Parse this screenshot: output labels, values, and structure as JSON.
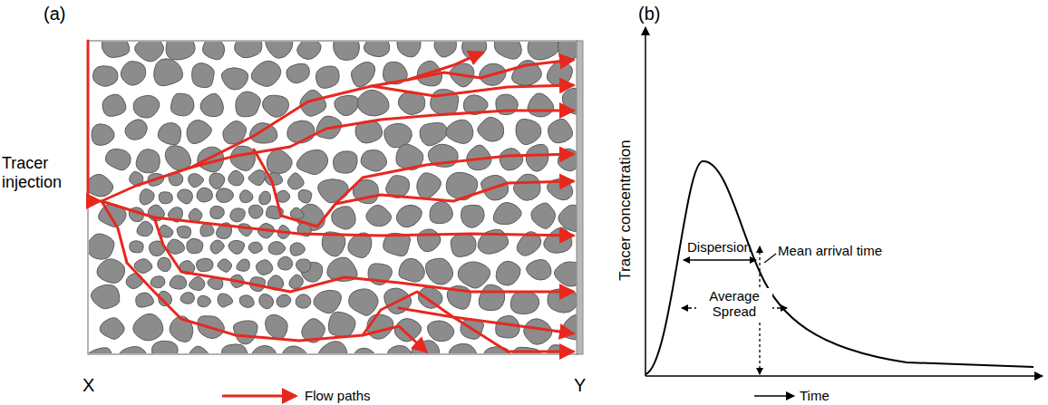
{
  "diagram": {
    "labels": [
      "(a)",
      "Tracer injection",
      "X",
      "Y",
      "(b)",
      "Tracer concentration",
      "Dispersion",
      "Mean arrival time",
      "Average Spread",
      "Time"
    ],
    "legend": [
      {
        "text": "Flow paths"
      }
    ]
  }
}
